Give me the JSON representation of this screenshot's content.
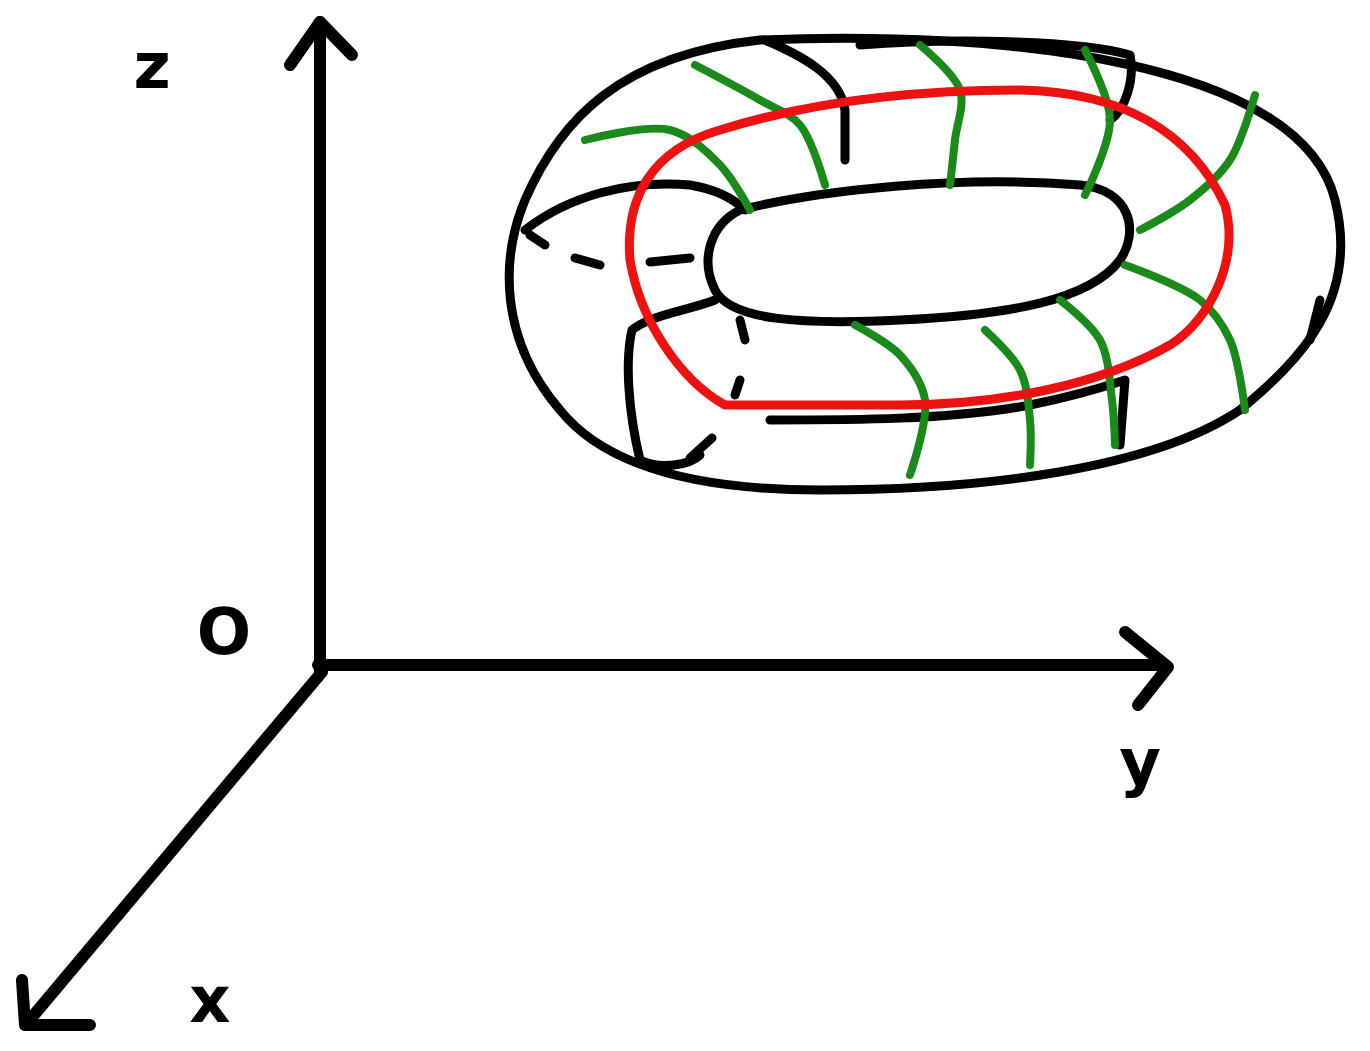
{
  "diagram": {
    "labels": [
      "z",
      "O",
      "y",
      "x"
    ]
  }
}
